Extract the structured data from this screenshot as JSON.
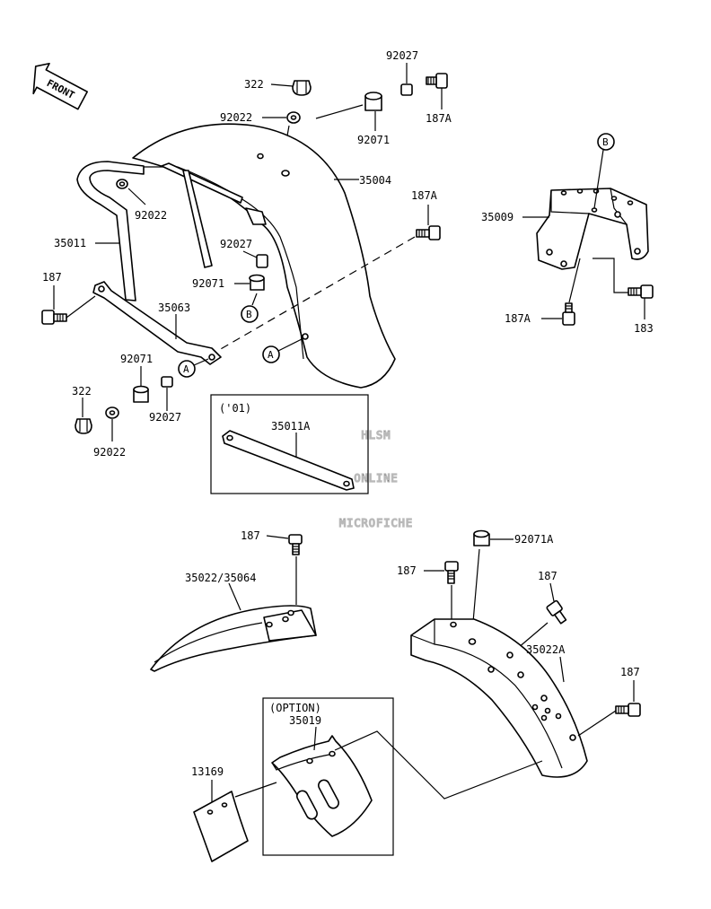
{
  "front_label": "FRONT",
  "callouts": {
    "A": "A",
    "B": "B"
  },
  "boxes": {
    "variant_01": "('01)",
    "option": "(OPTION)"
  },
  "watermark": [
    "HLSM",
    "ONLINE",
    "MICROFICHE"
  ],
  "part_numbers": {
    "p322_top": "322",
    "p92027_top": "92027",
    "p187A_top": "187A",
    "p92022_top": "92022",
    "p92071_top": "92071",
    "p35004": "35004",
    "p187A_mid": "187A",
    "p35009": "35009",
    "p92022_stay": "92022",
    "p35011": "35011",
    "p92027_mid": "92027",
    "p92071_mid": "92071",
    "p187_left": "187",
    "p35063": "35063",
    "p187A_right": "187A",
    "p183": "183",
    "p92071_low": "92071",
    "p322_low": "322",
    "p92027_low": "92027",
    "p92022_low": "92022",
    "p35011A": "35011A",
    "p187_front": "187",
    "p92071A": "92071A",
    "p35022_35064": "35022/35064",
    "p187_rear_a": "187",
    "p187_rear_b": "187",
    "p35022A": "35022A",
    "p187_rear_c": "187",
    "p35019": "35019",
    "p13169": "13169"
  }
}
